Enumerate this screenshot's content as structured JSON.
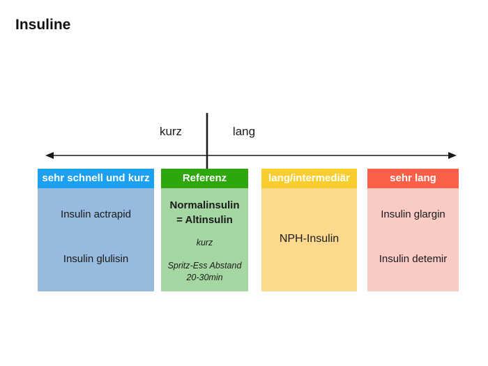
{
  "title": "Insuline",
  "axis": {
    "left_label": "kurz",
    "right_label": "lang",
    "line_color": "#1a1a1a"
  },
  "columns": [
    {
      "header": "sehr schnell und kurz",
      "header_color": "#1ca0f0",
      "body_color": "#96bbde",
      "items": [
        "Insulin actrapid",
        "Insulin glulisin"
      ]
    },
    {
      "header": "Referenz",
      "header_color": "#2ea70d",
      "body_color": "#a5d7a2",
      "main": "Normalinsulin\n= Altinsulin",
      "duration": "kurz",
      "note": "Spritz-Ess Abstand\n20-30min"
    },
    {
      "header": "lang/intermediär",
      "header_color": "#facd2e",
      "body_color": "#fdd98d",
      "items": [
        "NPH-Insulin"
      ]
    },
    {
      "header": "sehr lang",
      "header_color": "#fa5f47",
      "body_color": "#facac5",
      "items": [
        "Insulin glargin",
        "Insulin detemir"
      ]
    }
  ]
}
